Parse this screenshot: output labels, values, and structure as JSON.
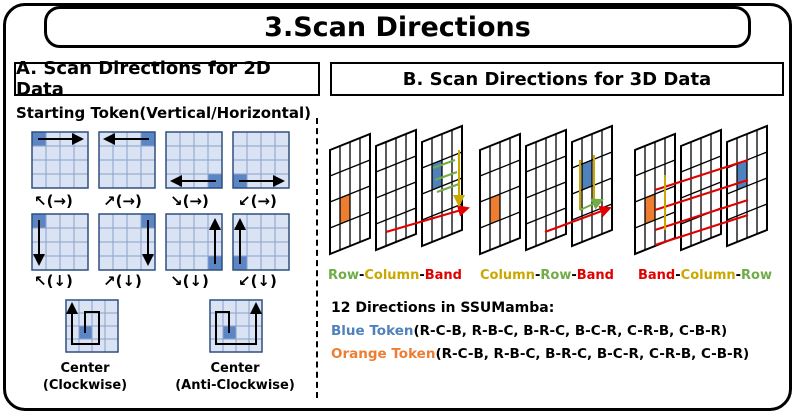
{
  "title": "3.Scan Directions",
  "section_a": {
    "heading": "A. Scan Directions for 2D Data",
    "starting_token_label": "Starting Token(Vertical/Horizontal)",
    "row1_labels": [
      "↖(→)",
      "↗(→)",
      "↘(→)",
      "↙(→)"
    ],
    "row2_labels": [
      "↖(↓)",
      "↗(↓)",
      "↘(↓)",
      "↙(↓)"
    ],
    "center_cw": [
      "Center",
      "(Clockwise)"
    ],
    "center_acw": [
      "Center",
      "(Anti-Clockwise)"
    ]
  },
  "section_b": {
    "heading": "B. Scan Directions for 3D Data",
    "legend1": {
      "a": "Row",
      "b": "Column",
      "c": "Band",
      "sep": "-"
    },
    "legend2": {
      "a": "Column",
      "b": "Row",
      "c": "Band",
      "sep": "-"
    },
    "legend3": {
      "a": "Band",
      "b": "Column",
      "c": "Row",
      "sep": "-"
    },
    "dirs_title": "12 Directions in SSUMamba:",
    "blue_label": "Blue Token",
    "blue_list": "(R-C-B, R-B-C, B-R-C, B-C-R, C-R-B, C-B-R)",
    "orange_label": "Orange Token",
    "orange_list": "(R-C-B, R-B-C, B-R-C, B-C-R, C-R-B, C-B-R)"
  },
  "colors": {
    "blue": "#4f81bd",
    "orange": "#ed7d31",
    "green": "#70ad47",
    "gold": "#c9a800",
    "red": "#e00000",
    "cell_fill": "#dae3f3",
    "dark_cell": "#5b86c5"
  }
}
